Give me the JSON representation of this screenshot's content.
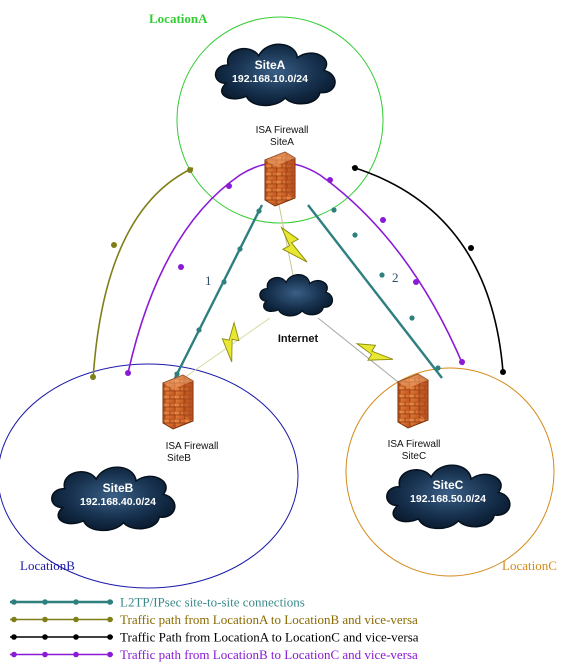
{
  "locations": {
    "a": {
      "label": "LocationA",
      "color": "#33cc33"
    },
    "b": {
      "label": "LocationB",
      "color": "#1a1aa8"
    },
    "c": {
      "label": "LocationC",
      "color": "#d58a1a"
    }
  },
  "sites": {
    "a": {
      "name": "SiteA",
      "subnet": "192.168.10.0/24"
    },
    "b": {
      "name": "SiteB",
      "subnet": "192.168.40.0/24"
    },
    "c": {
      "name": "SiteC",
      "subnet": "192.168.50.0/24"
    }
  },
  "firewalls": {
    "a": {
      "line1": "ISA Firewall",
      "line2": "SiteA"
    },
    "b": {
      "line1": "ISA Firewall",
      "line2": "SiteB"
    },
    "c": {
      "line1": "ISA Firewall",
      "line2": "SiteC"
    }
  },
  "internet": {
    "label": "Internet"
  },
  "tunnels": {
    "left_number": "1",
    "right_number": "2"
  },
  "colors": {
    "l2tp": "#2f7f7f",
    "path_ab": "#7f7f1a",
    "path_ac": "#000000",
    "path_bc": "#8b1ad6",
    "cloud": "#102a44",
    "lightning": "#e8e830",
    "firewall": "#e06a1a"
  },
  "legend": [
    {
      "text": "L2TP/IPsec site-to-site connections",
      "color": "#2f7f7f",
      "text_color": "#3a8a8a"
    },
    {
      "text": "Traffic path from LocationA to LocationB and vice-versa",
      "color": "#7f7f1a",
      "text_color": "#8a6a00"
    },
    {
      "text": "Traffic Path from LocationA to LocationC and vice-versa",
      "color": "#000000",
      "text_color": "#000000"
    },
    {
      "text": "Traffic path from LocationB to LocationC and vice-versa",
      "color": "#8b1ad6",
      "text_color": "#8b1ad6"
    }
  ]
}
